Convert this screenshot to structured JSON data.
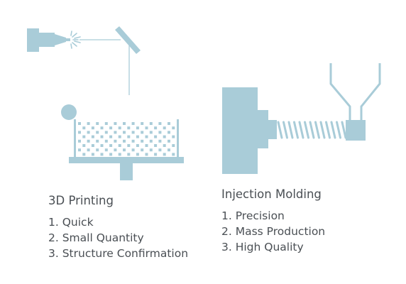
{
  "colors": {
    "machine": "#a9ccd8",
    "machine_dark": "#8cb8c8",
    "text": "#4a4f54",
    "background": "#ffffff"
  },
  "printing": {
    "title": "3D Printing",
    "items": [
      "1. Quick",
      "2. Small Quantity",
      "3. Structure Confirmation"
    ],
    "icons": [
      "laser-emitter-icon",
      "mirror-icon",
      "laser-beam",
      "resin-ball-icon",
      "build-platform-icon",
      "dotted-part-icon"
    ]
  },
  "molding": {
    "title": "Injection Molding",
    "items": [
      "1. Precision",
      "2. Mass Production",
      "3. High Quality"
    ],
    "icons": [
      "mold-block-icon",
      "screw-icon",
      "nozzle-icon",
      "hopper-icon"
    ]
  }
}
